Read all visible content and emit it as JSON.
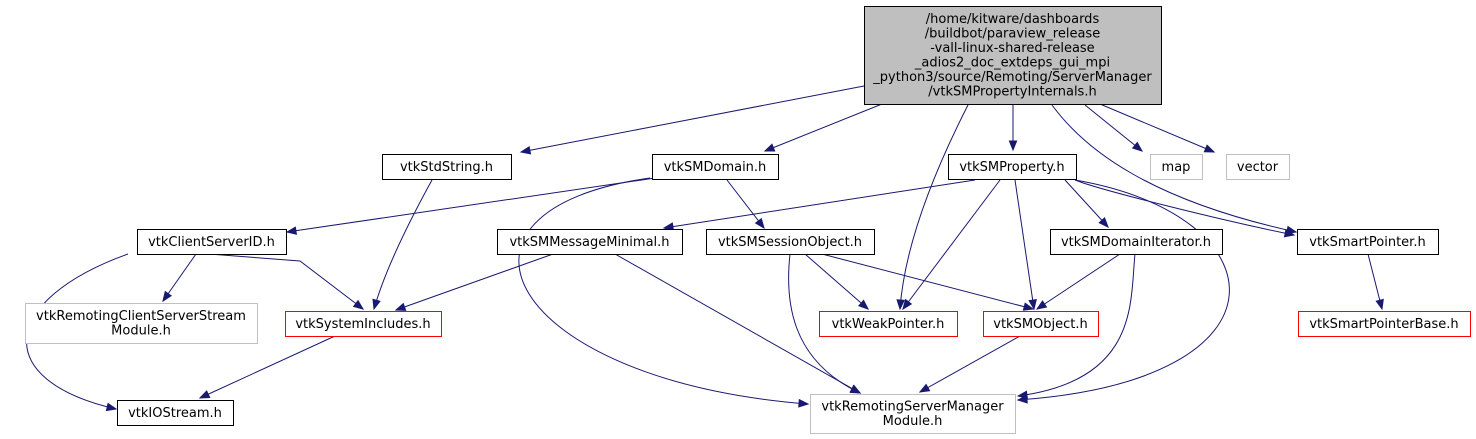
{
  "colors": {
    "root_fill": "#bfbfbf",
    "root_border": "#000000",
    "normal_border": "#000000",
    "missing_border": "#c0c0c0",
    "truncated_border": "#ff0000",
    "node_fill": "#ffffff",
    "edge": "#191970"
  },
  "nodes": {
    "root": {
      "lines": [
        "/home/kitware/dashboards",
        "/buildbot/paraview_release",
        "-vall-linux-shared-release",
        "_adios2_doc_extdeps_gui_mpi",
        "_python3/source/Remoting/ServerManager",
        "/vtkSMPropertyInternals.h"
      ],
      "kind": "root"
    },
    "vtkStdString": {
      "lines": [
        "vtkStdString.h"
      ],
      "kind": "normal"
    },
    "vtkSMDomain": {
      "lines": [
        "vtkSMDomain.h"
      ],
      "kind": "normal"
    },
    "vtkSMProperty": {
      "lines": [
        "vtkSMProperty.h"
      ],
      "kind": "normal"
    },
    "map": {
      "lines": [
        "map"
      ],
      "kind": "missing"
    },
    "vector": {
      "lines": [
        "vector"
      ],
      "kind": "missing"
    },
    "vtkClientServerID": {
      "lines": [
        "vtkClientServerID.h"
      ],
      "kind": "normal"
    },
    "vtkSMMessageMinimal": {
      "lines": [
        "vtkSMMessageMinimal.h"
      ],
      "kind": "normal"
    },
    "vtkSMSessionObject": {
      "lines": [
        "vtkSMSessionObject.h"
      ],
      "kind": "normal"
    },
    "vtkSMDomainIterator": {
      "lines": [
        "vtkSMDomainIterator.h"
      ],
      "kind": "normal"
    },
    "vtkSmartPointer": {
      "lines": [
        "vtkSmartPointer.h"
      ],
      "kind": "normal"
    },
    "vtkRemotingClientServerStream": {
      "lines": [
        "vtkRemotingClientServerStream",
        "Module.h"
      ],
      "kind": "missing"
    },
    "vtkSystemIncludes": {
      "lines": [
        "vtkSystemIncludes.h"
      ],
      "kind": "truncated"
    },
    "vtkWeakPointer": {
      "lines": [
        "vtkWeakPointer.h"
      ],
      "kind": "truncated"
    },
    "vtkSMObject": {
      "lines": [
        "vtkSMObject.h"
      ],
      "kind": "truncated"
    },
    "vtkSmartPointerBase": {
      "lines": [
        "vtkSmartPointerBase.h"
      ],
      "kind": "truncated"
    },
    "vtkIOStream": {
      "lines": [
        "vtkIOStream.h"
      ],
      "kind": "normal"
    },
    "vtkRemotingServerManager": {
      "lines": [
        "vtkRemotingServerManager",
        "Module.h"
      ],
      "kind": "missing"
    }
  },
  "edges": [
    [
      "root",
      "vtkStdString"
    ],
    [
      "root",
      "vtkSMDomain"
    ],
    [
      "root",
      "vtkSMProperty"
    ],
    [
      "root",
      "vtkWeakPointer"
    ],
    [
      "root",
      "map"
    ],
    [
      "root",
      "vector"
    ],
    [
      "root",
      "vtkSmartPointer"
    ],
    [
      "vtkStdString",
      "vtkSystemIncludes"
    ],
    [
      "vtkSMDomain",
      "vtkClientServerID"
    ],
    [
      "vtkSMDomain",
      "vtkSMSessionObject"
    ],
    [
      "vtkSMDomain",
      "vtkRemotingServerManager"
    ],
    [
      "vtkSMProperty",
      "vtkSMMessageMinimal"
    ],
    [
      "vtkSMProperty",
      "vtkSMDomainIterator"
    ],
    [
      "vtkSMProperty",
      "vtkSmartPointer"
    ],
    [
      "vtkSMProperty",
      "vtkWeakPointer"
    ],
    [
      "vtkSMProperty",
      "vtkSMObject"
    ],
    [
      "vtkSMProperty",
      "vtkRemotingServerManager"
    ],
    [
      "vtkClientServerID",
      "vtkRemotingClientServerStream"
    ],
    [
      "vtkClientServerID",
      "vtkSystemIncludes"
    ],
    [
      "vtkClientServerID",
      "vtkIOStream"
    ],
    [
      "vtkSMMessageMinimal",
      "vtkSystemIncludes"
    ],
    [
      "vtkSMMessageMinimal",
      "vtkRemotingServerManager"
    ],
    [
      "vtkSMSessionObject",
      "vtkWeakPointer"
    ],
    [
      "vtkSMSessionObject",
      "vtkSMObject"
    ],
    [
      "vtkSMSessionObject",
      "vtkRemotingServerManager"
    ],
    [
      "vtkSMDomainIterator",
      "vtkSMObject"
    ],
    [
      "vtkSMDomainIterator",
      "vtkRemotingServerManager"
    ],
    [
      "vtkSmartPointer",
      "vtkSmartPointerBase"
    ],
    [
      "vtkSystemIncludes",
      "vtkIOStream"
    ],
    [
      "vtkSMObject",
      "vtkRemotingServerManager"
    ]
  ]
}
